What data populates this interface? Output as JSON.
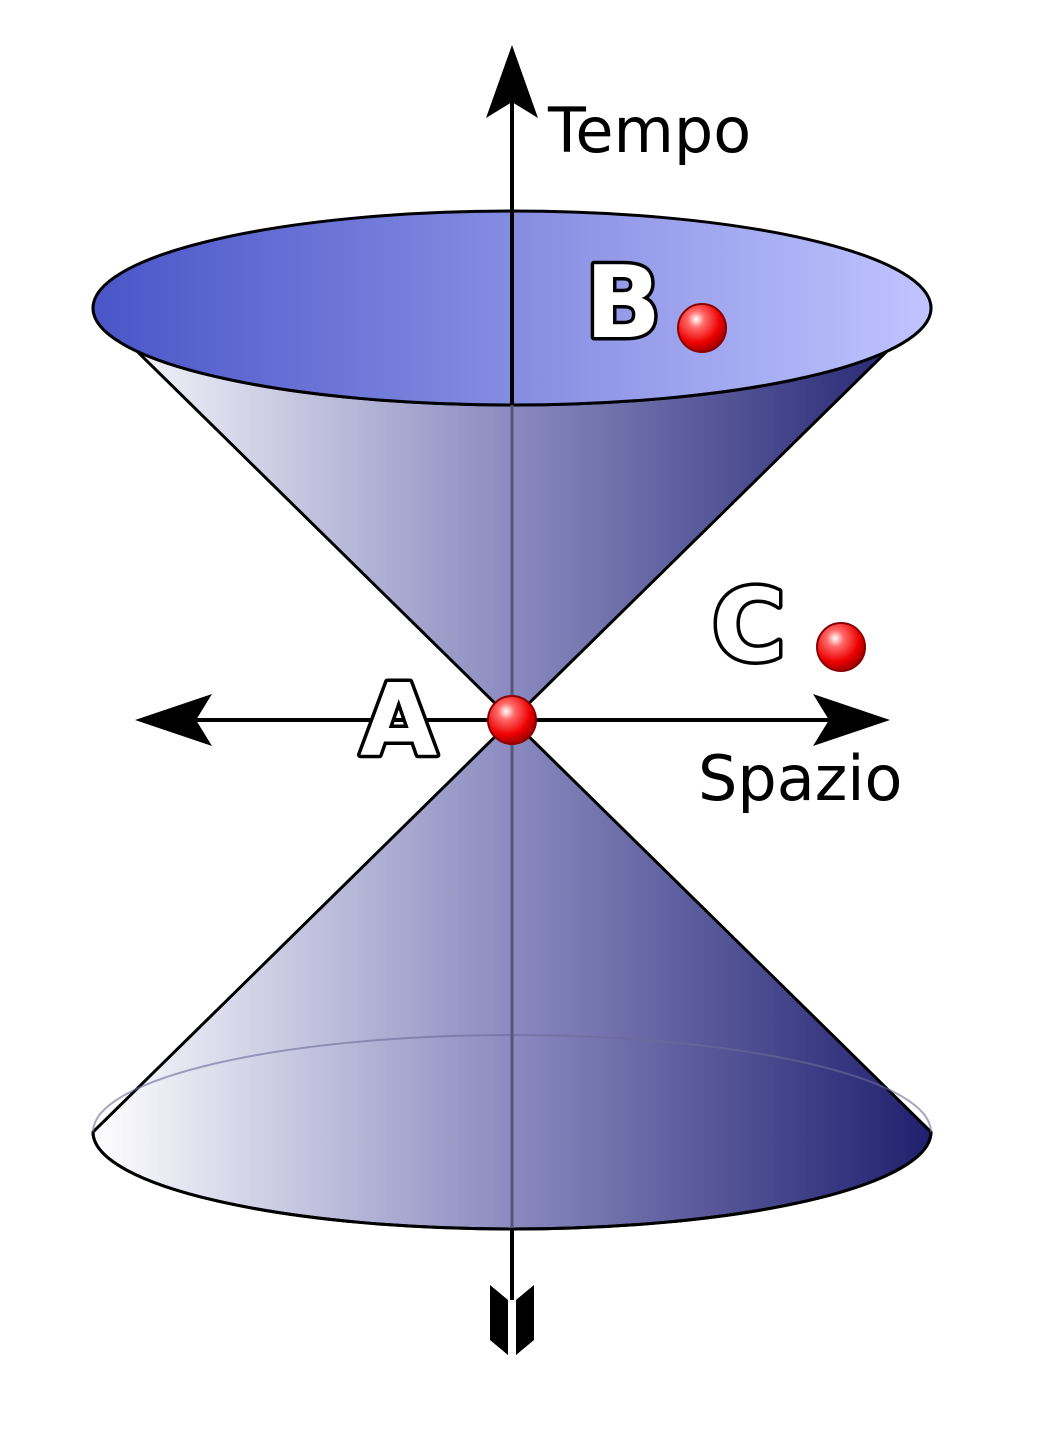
{
  "axes": {
    "time_label": "Tempo",
    "space_label": "Spazio"
  },
  "points": {
    "a_label": "A",
    "b_label": "B",
    "c_label": "C"
  },
  "colors": {
    "cone_dark": "#1f1f6e",
    "cone_mid": "#8a8ad2",
    "cone_light": "#ffffff",
    "top_rim_left": "#4a55c8",
    "top_rim_right": "#c0c4ff",
    "event_point": "#ff0000",
    "axis": "#000000"
  }
}
